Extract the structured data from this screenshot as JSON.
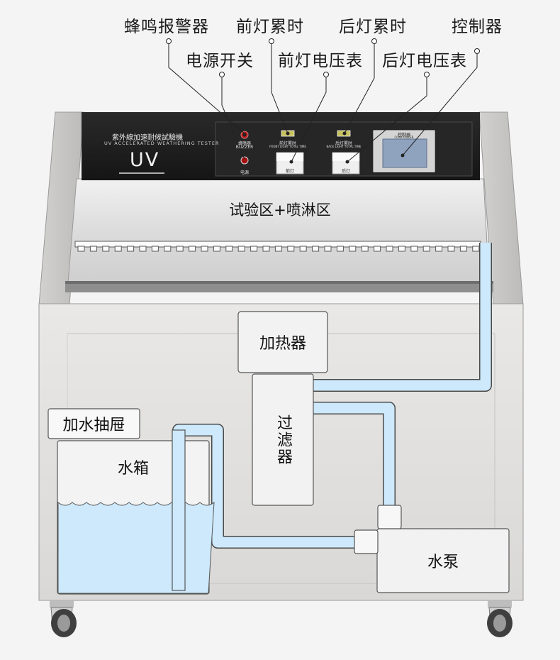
{
  "callouts": {
    "buzzer": "蜂鸣报警器",
    "front_lamp_hours": "前灯累时",
    "back_lamp_hours": "后灯累时",
    "controller": "控制器",
    "power_switch": "电源开关",
    "front_lamp_voltmeter": "前灯电压表",
    "back_lamp_voltmeter": "后灯电压表"
  },
  "panel": {
    "brand_cn": "紫外線加速耐候試驗機",
    "brand_en": "UV ACCELERATED WEATHERING TESTER",
    "logo": "UV",
    "buzzer_cn": "蜂鳴器",
    "buzzer_en": "BUZZER",
    "power_cn": "电源",
    "front_hours_cn": "前灯累时",
    "front_hours_en": "FRONT LIGHT TOTAL TIME",
    "back_hours_cn": "后灯累时",
    "back_hours_en": "BACK LIGHT TOTAL TIME",
    "front_lamp_cn": "前灯",
    "back_lamp_cn": "后灯",
    "controller_cn": "控制器",
    "controller_en": "CONTROLLER"
  },
  "zones": {
    "test_spray": "试验区+喷淋区"
  },
  "components": {
    "heater": "加热器",
    "filter": "过滤器",
    "water_drawer": "加水抽屉",
    "water_tank": "水箱",
    "water_pump": "水泵"
  },
  "colors": {
    "water": "#cde9fb",
    "pipe_stroke": "#4a4a4a",
    "panel_dark": "#1e1e1e",
    "body": "#e2e1df"
  }
}
